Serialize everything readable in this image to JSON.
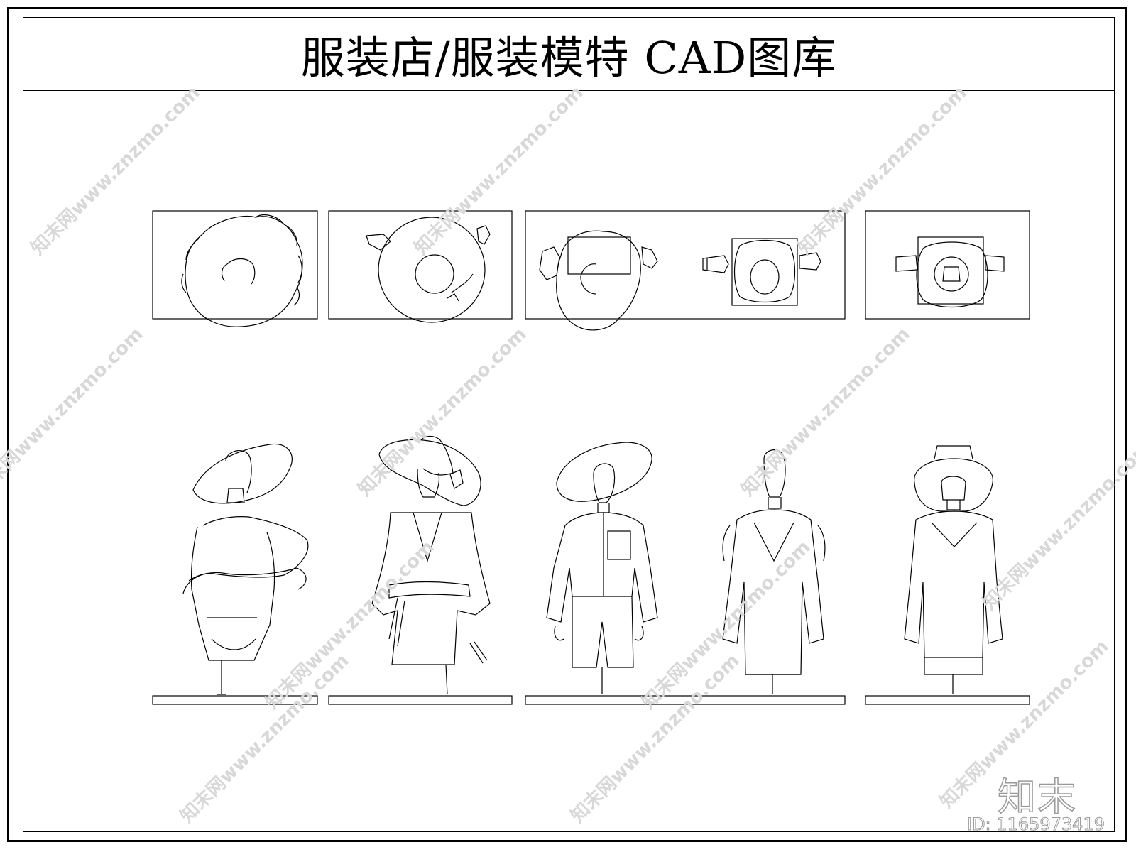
{
  "title": "服装店/服装模特 CAD图库",
  "watermark": {
    "text": "知末网www.znzmo.com",
    "color": "#d8d8d8"
  },
  "brand": {
    "logo_text": "知末",
    "id_text": "ID: 1165973419"
  },
  "plan_views": [
    {
      "name": "plan-ruffle-hat"
    },
    {
      "name": "plan-wide-brim-hat"
    },
    {
      "name": "plan-hat-and-shirt-mannequin"
    },
    {
      "name": "plan-bucket-hat"
    }
  ],
  "elevation_views": [
    {
      "name": "mannequin-off-shoulder-ruffle"
    },
    {
      "name": "mannequin-kimono-wrap"
    },
    {
      "name": "mannequin-shirt-shorts"
    },
    {
      "name": "mannequin-slip-dress"
    },
    {
      "name": "mannequin-bucket-hat-cami"
    }
  ],
  "line_color": "#000000"
}
